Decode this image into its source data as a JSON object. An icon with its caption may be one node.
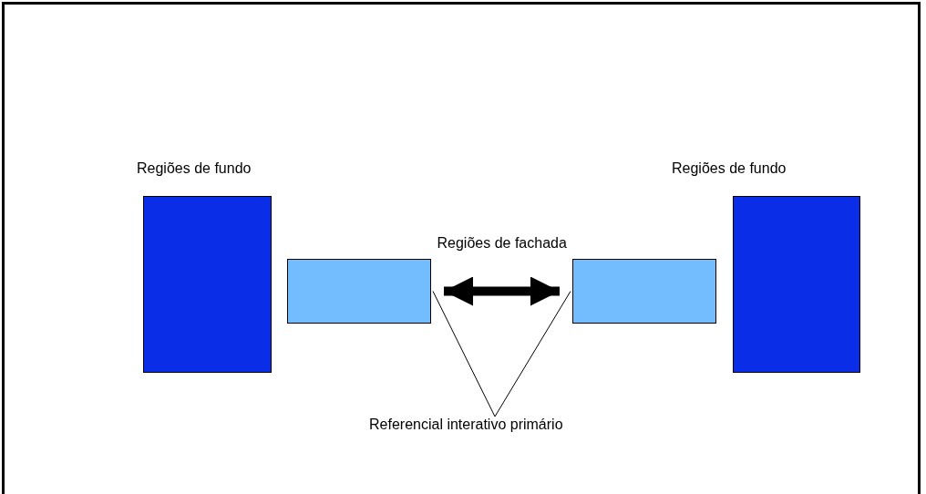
{
  "diagram": {
    "nodes": [
      {
        "text": [
          "Regiões de fundo"
        ]
      },
      {
        "text": [
          "Regiões de fundo"
        ]
      },
      {
        "text": [],
        "shape": "box"
      },
      {
        "text": [],
        "shape": "box"
      },
      {
        "text": [
          "Referencial interativo primário"
        ]
      }
    ],
    "edges": [
      {
        "from": 2,
        "to": 3,
        "arrow": "both",
        "label": "Regiões de fachada",
        "style": "thick"
      },
      {
        "from": 4,
        "to": 2,
        "arrow": "none"
      },
      {
        "from": 4,
        "to": 3,
        "arrow": "none"
      }
    ]
  }
}
